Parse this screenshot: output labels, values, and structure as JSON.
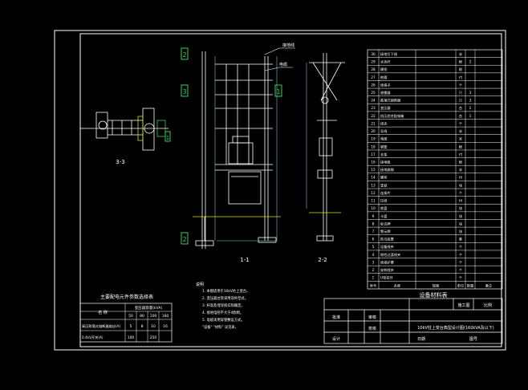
{
  "drawing": {
    "views": {
      "left_label": "3-3",
      "mid_label": "1-1",
      "right_label": "2-2",
      "section_marks": [
        "2",
        "3",
        "1",
        "2",
        "1"
      ]
    },
    "top_note": "接地线",
    "right_note": "电缆",
    "param_table": {
      "title": "主要配电元件参数选择表",
      "header_name": "名  称",
      "header_group": "变压器容量(kVA)",
      "cap_cols": [
        "50",
        "80",
        "100",
        "160"
      ],
      "rows": [
        {
          "name": "高压跌落式熔断器熔丝(A)",
          "vals": [
            "5",
            "8",
            "10",
            "16"
          ]
        },
        {
          "name": "0.4kV开关(A)",
          "vals": [
            "100",
            "",
            "250",
            ""
          ]
        }
      ]
    },
    "notes_title": "说明",
    "notes": [
      "1. 本图适用于10kV柱上变台。",
      "2. 变压器台架采用双杆型式。",
      "3. 杆高及埋深按实际确定。",
      "4. 接地电阻不大于4欧姆。",
      "5. 电缆采用穿管敷设方式。",
      "   \"设备\" \"材料\" 详见表。"
    ],
    "material_table": {
      "title": "设备材料表",
      "rows": [
        {
          "no": "30",
          "name": "接地引下线",
          "spec": "",
          "unit": "米",
          "qty": ""
        },
        {
          "no": "29",
          "name": "水泥杆",
          "spec": "",
          "unit": "根",
          "qty": "2"
        },
        {
          "no": "28",
          "name": "横担",
          "spec": "",
          "unit": "根",
          "qty": ""
        },
        {
          "no": "27",
          "name": "抱箍",
          "spec": "",
          "unit": "付",
          "qty": ""
        },
        {
          "no": "26",
          "name": "绝缘子",
          "spec": "",
          "unit": "个",
          "qty": ""
        },
        {
          "no": "25",
          "name": "避雷器",
          "spec": "",
          "unit": "只",
          "qty": "3"
        },
        {
          "no": "24",
          "name": "跌落式熔断器",
          "spec": "",
          "unit": "只",
          "qty": "3"
        },
        {
          "no": "23",
          "name": "变压器",
          "spec": "",
          "unit": "台",
          "qty": "1"
        },
        {
          "no": "22",
          "name": "低压综合配电箱",
          "spec": "",
          "unit": "台",
          "qty": "1"
        },
        {
          "no": "21",
          "name": "线夹",
          "spec": "",
          "unit": "个",
          "qty": ""
        },
        {
          "no": "20",
          "name": "导线",
          "spec": "",
          "unit": "米",
          "qty": ""
        },
        {
          "no": "19",
          "name": "电缆",
          "spec": "",
          "unit": "米",
          "qty": ""
        },
        {
          "no": "18",
          "name": "钢管",
          "spec": "",
          "unit": "根",
          "qty": ""
        },
        {
          "no": "17",
          "name": "支架",
          "spec": "",
          "unit": "付",
          "qty": ""
        },
        {
          "no": "16",
          "name": "接地极",
          "spec": "",
          "unit": "根",
          "qty": ""
        },
        {
          "no": "15",
          "name": "接地扁钢",
          "spec": "",
          "unit": "米",
          "qty": ""
        },
        {
          "no": "14",
          "name": "螺栓",
          "spec": "",
          "unit": "付",
          "qty": ""
        },
        {
          "no": "13",
          "name": "垫铁",
          "spec": "",
          "unit": "块",
          "qty": ""
        },
        {
          "no": "12",
          "name": "连接片",
          "spec": "",
          "unit": "个",
          "qty": ""
        },
        {
          "no": "11",
          "name": "拉线",
          "spec": "",
          "unit": "付",
          "qty": ""
        },
        {
          "no": "10",
          "name": "底盘",
          "spec": "",
          "unit": "块",
          "qty": ""
        },
        {
          "no": "9",
          "name": "卡盘",
          "spec": "",
          "unit": "块",
          "qty": ""
        },
        {
          "no": "8",
          "name": "标识牌",
          "spec": "",
          "unit": "块",
          "qty": ""
        },
        {
          "no": "7",
          "name": "警示牌",
          "spec": "",
          "unit": "块",
          "qty": ""
        },
        {
          "no": "6",
          "name": "防鸟装置",
          "spec": "",
          "unit": "套",
          "qty": ""
        },
        {
          "no": "5",
          "name": "设备线夹",
          "spec": "",
          "unit": "个",
          "qty": ""
        },
        {
          "no": "4",
          "name": "铜铝过渡线夹",
          "spec": "",
          "unit": "个",
          "qty": ""
        },
        {
          "no": "3",
          "name": "绝缘护罩",
          "spec": "",
          "unit": "个",
          "qty": ""
        },
        {
          "no": "2",
          "name": "穿刺线夹",
          "spec": "",
          "unit": "个",
          "qty": ""
        },
        {
          "no": "1",
          "name": "U型挂环",
          "spec": "",
          "unit": "个",
          "qty": ""
        }
      ],
      "header": {
        "no": "序号",
        "name": "名称",
        "spec": "规格",
        "unit": "单位",
        "qty": "数量",
        "remark": "备注"
      }
    },
    "title_block": {
      "main_title": "10kV柱上变台典型设计图(160kVA及以下)",
      "roles": [
        "批准",
        "审核",
        "校核",
        "设计"
      ],
      "stage": "施工图",
      "scale": "比例",
      "drawing_no": "图号",
      "date": "日期"
    }
  },
  "colors": {
    "frame": "#ffffff",
    "line": "#ffffff",
    "accent_green": "#34d05a",
    "accent_yellow": "#e6e000",
    "accent_cyan": "#7fe6ff"
  }
}
